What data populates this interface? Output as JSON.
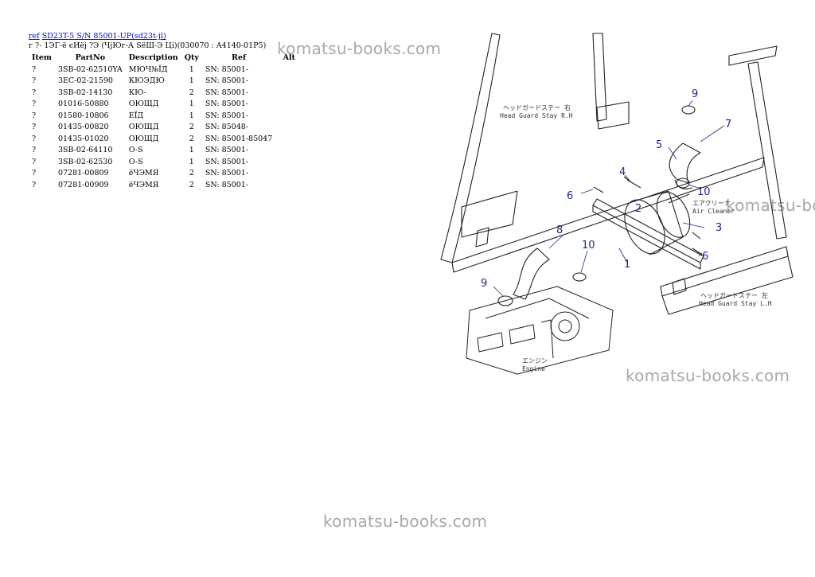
{
  "header": {
    "ref_link": "ref",
    "model_link": "SD23T-5 S/N 85001-UP(sd23t-jl)",
    "subtitle": "г ?- 1ЭГ-ё єИёј ?Э (ЧјЮг-А ЅёШ-Э Ці)(030070 : A4140-01P5)"
  },
  "table": {
    "columns": [
      "Item",
      "PartNo",
      "Description",
      "Qty",
      "Ref",
      "Alt"
    ],
    "rows": [
      {
        "item": "?",
        "partno": "3SB-02-62510YA",
        "desc": "МЮЧ№ЇД",
        "qty": "1",
        "ref": "SN: 85001-",
        "alt": ""
      },
      {
        "item": "?",
        "partno": "3EC-02-21590",
        "desc": "КЮЭДЮ",
        "qty": "1",
        "ref": "SN: 85001-",
        "alt": ""
      },
      {
        "item": "?",
        "partno": "3SB-02-14130",
        "desc": "КЮ-",
        "qty": "2",
        "ref": "SN: 85001-",
        "alt": ""
      },
      {
        "item": "?",
        "partno": "01016-50880",
        "desc": "ОЮЩД",
        "qty": "1",
        "ref": "SN: 85001-",
        "alt": ""
      },
      {
        "item": "?",
        "partno": "01580-10806",
        "desc": "ЕЇД",
        "qty": "1",
        "ref": "SN: 85001-",
        "alt": ""
      },
      {
        "item": "?",
        "partno": "01435-00820",
        "desc": "ОЮЩД",
        "qty": "2",
        "ref": "SN: 85048-",
        "alt": ""
      },
      {
        "item": "?",
        "partno": "01435-01020",
        "desc": "ОЮЩД",
        "qty": "2",
        "ref": "SN: 85001-85047",
        "alt": ""
      },
      {
        "item": "?",
        "partno": "3SB-02-64110",
        "desc": "O-S",
        "qty": "1",
        "ref": "SN: 85001-",
        "alt": ""
      },
      {
        "item": "?",
        "partno": "3SB-02-62530",
        "desc": "O-S",
        "qty": "1",
        "ref": "SN: 85001-",
        "alt": ""
      },
      {
        "item": "?",
        "partno": "07281-00809",
        "desc": "ёЧЭМЯ",
        "qty": "2",
        "ref": "SN: 85001-",
        "alt": ""
      },
      {
        "item": "?",
        "partno": "07281-00909",
        "desc": "ёЧЭМЯ",
        "qty": "2",
        "ref": "SN: 85001-",
        "alt": ""
      }
    ]
  },
  "watermark": "komatsu-books.com",
  "diagram": {
    "callouts": [
      "1",
      "2",
      "3",
      "4",
      "5",
      "6",
      "6",
      "7",
      "8",
      "9",
      "9",
      "10",
      "10"
    ],
    "stay_rh_jp": "ヘッドガードステー 右",
    "stay_rh": "Head Guard Stay R.H",
    "cleaner_jp": "エアクリーナ",
    "cleaner": "Air Cleaner",
    "stay_lh_jp": "ヘッドガードステー 左",
    "stay_lh": "Head Guard Stay L.H",
    "engine_jp": "エンジン",
    "engine": "Engine"
  }
}
